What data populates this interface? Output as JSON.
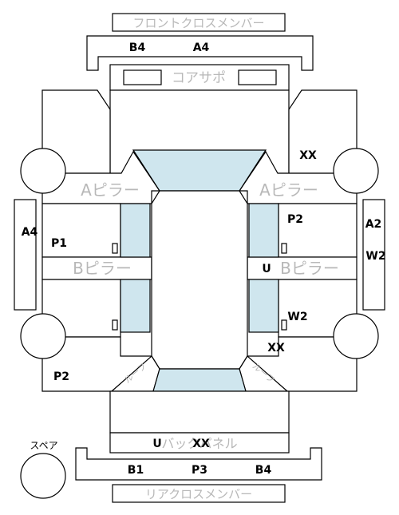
{
  "parts": {
    "front_cross_member": "フロントクロスメンバー",
    "core_support": "コアサポ",
    "a_pillar_left": "Aピラー",
    "a_pillar_right": "Aピラー",
    "b_pillar_left": "Bピラー",
    "b_pillar_right": "Bピラー",
    "back_panel": "バックパネル",
    "rear_cross_member": "リアクロスメンバー",
    "spare": "スペア",
    "diag_left": "ルーフ",
    "diag_right": "ルーフ"
  },
  "codes": {
    "front_bar_left": "B4",
    "front_bar_right": "A4",
    "front_right_xx": "XX",
    "left_rail": "A4",
    "left_p1": "P1",
    "right_p2": "P2",
    "right_rail_a2": "A2",
    "right_rail_w2": "W2",
    "right_u": "U",
    "right_w2": "W2",
    "right_xx": "XX",
    "left_p2": "P2",
    "back_u": "U",
    "back_xx": "XX",
    "rear_b1": "B1",
    "rear_p3": "P3",
    "rear_b4": "B4"
  }
}
